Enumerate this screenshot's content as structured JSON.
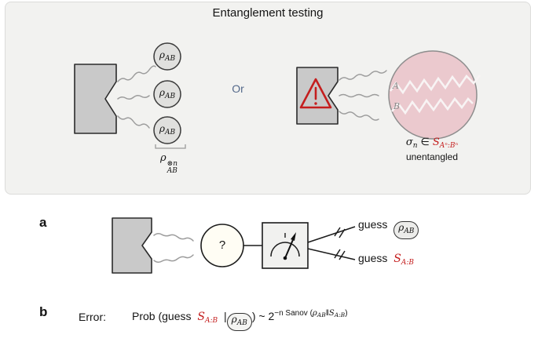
{
  "colors": {
    "red": "#c41e1e",
    "steel_blue": "#53688a",
    "pink": "#ebc9ce",
    "device_gray": "#c9c9c9"
  },
  "icons": {
    "source_device": "source-device-icon",
    "warning": "warning-triangle-icon",
    "wavy_emission": "wavy-emission-icon",
    "state_circle": "state-circle-icon",
    "entangled_circle": "entangled-region-icon",
    "zigzag": "zigzag-wire-icon",
    "underbrace": "underbrace-icon",
    "question_circle": "question-state-icon",
    "gauge": "measurement-gauge-icon",
    "fork": "forked-output-icon"
  },
  "top": {
    "title": "Entanglement testing",
    "or_label": "Or",
    "rho": "ρ",
    "rho_sub": "AB",
    "tensor_rho": "ρ",
    "tensor_sup": "⊗n",
    "tensor_sub": "AB",
    "sigma": "σ",
    "sigma_sub": "n",
    "element_of": "∈",
    "set_S": "S",
    "set_S_sub": "Aⁿ:Bⁿ",
    "unentangled": "unentangled",
    "wire_a": "A",
    "wire_b": "B"
  },
  "panel_a": {
    "label": "a",
    "question": "?",
    "guess_state": "guess",
    "guess_state_rho": "ρ",
    "guess_state_rho_sub": "AB",
    "guess_set": "guess",
    "guess_set_S": "S",
    "guess_set_S_sub": "A:B"
  },
  "panel_b": {
    "label": "b",
    "error_label": "Error:",
    "prob_prefix": "Prob (guess",
    "S": "S",
    "S_sub": "A:B",
    "bar": "|",
    "rho": "ρ",
    "rho_sub": "AB",
    "close": ") ~ 2",
    "exp_pre": "−n Sanov (",
    "exp_rho": "ρ",
    "exp_rho_sub": "AB",
    "exp_dbar": "‖",
    "exp_S": "S",
    "exp_S_sub": "A:B",
    "exp_close": ")"
  }
}
